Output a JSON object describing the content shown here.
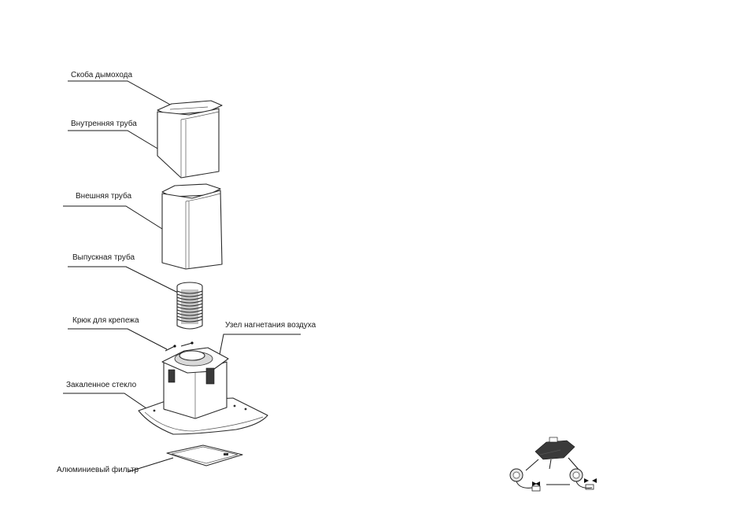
{
  "labels": {
    "chimney_bracket": "Скоба дымохода",
    "inner_pipe": "Внутренняя труба",
    "outer_pipe": "Внешняя труба",
    "exhaust_pipe": "Выпускная труба",
    "mounting_hook": "Крюк для крепежа",
    "blower_unit": "Узел нагнетания воздуха",
    "tempered_glass": "Закаленное стекло",
    "aluminum_filter": "Алюминиевый фильтр"
  }
}
